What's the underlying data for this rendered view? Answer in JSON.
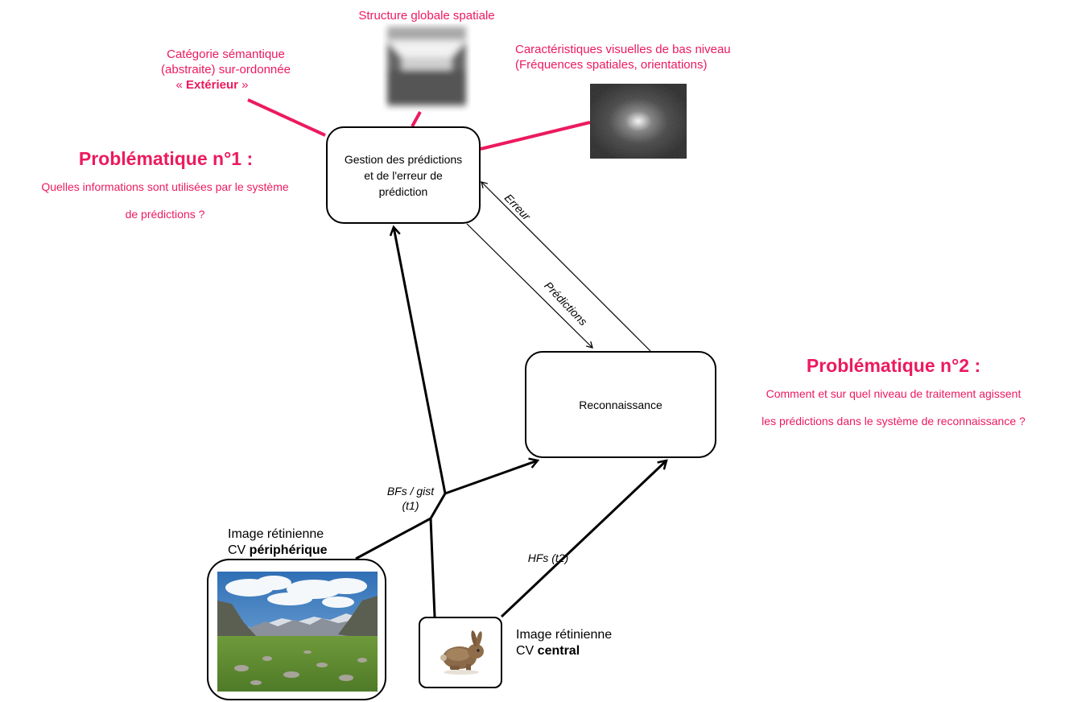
{
  "top_labels": {
    "structure": "Structure globale spatiale",
    "category_line1": "Catégorie sémantique",
    "category_line2": "(abstraite) sur-ordonnée",
    "category_quote_open": "« ",
    "category_bold": "Extérieur",
    "category_quote_close": " »",
    "features_line1": "Caractéristiques visuelles de bas niveau",
    "features_line2": "(Fréquences spatiales, orientations)"
  },
  "problem1": {
    "title": "Problématique n°1 :",
    "line1": "Quelles informations sont utilisées par le système",
    "line2": "de prédictions ?"
  },
  "problem2": {
    "title": "Problématique n°2 :",
    "line1": "Comment et sur quel niveau de traitement agissent",
    "line2": "les prédictions dans le système de reconnaissance ?"
  },
  "nodes": {
    "prediction_line1": "Gestion des prédictions",
    "prediction_line2": "et de l'erreur de",
    "prediction_line3": "prédiction",
    "recognition": "Reconnaissance"
  },
  "edge_labels": {
    "erreur": "Erreur",
    "predictions": "Prédictions",
    "bfs_line1": "BFs / gist",
    "bfs_line2": "(t1)",
    "hfs": "HFs (t2)"
  },
  "peripheral": {
    "line1": "Image rétinienne",
    "prefix": "CV ",
    "bold": "périphérique"
  },
  "central": {
    "line1": "Image rétinienne",
    "prefix": "CV ",
    "bold": "central"
  },
  "colors": {
    "accent": "#ec1a5e",
    "line": "#000000"
  }
}
